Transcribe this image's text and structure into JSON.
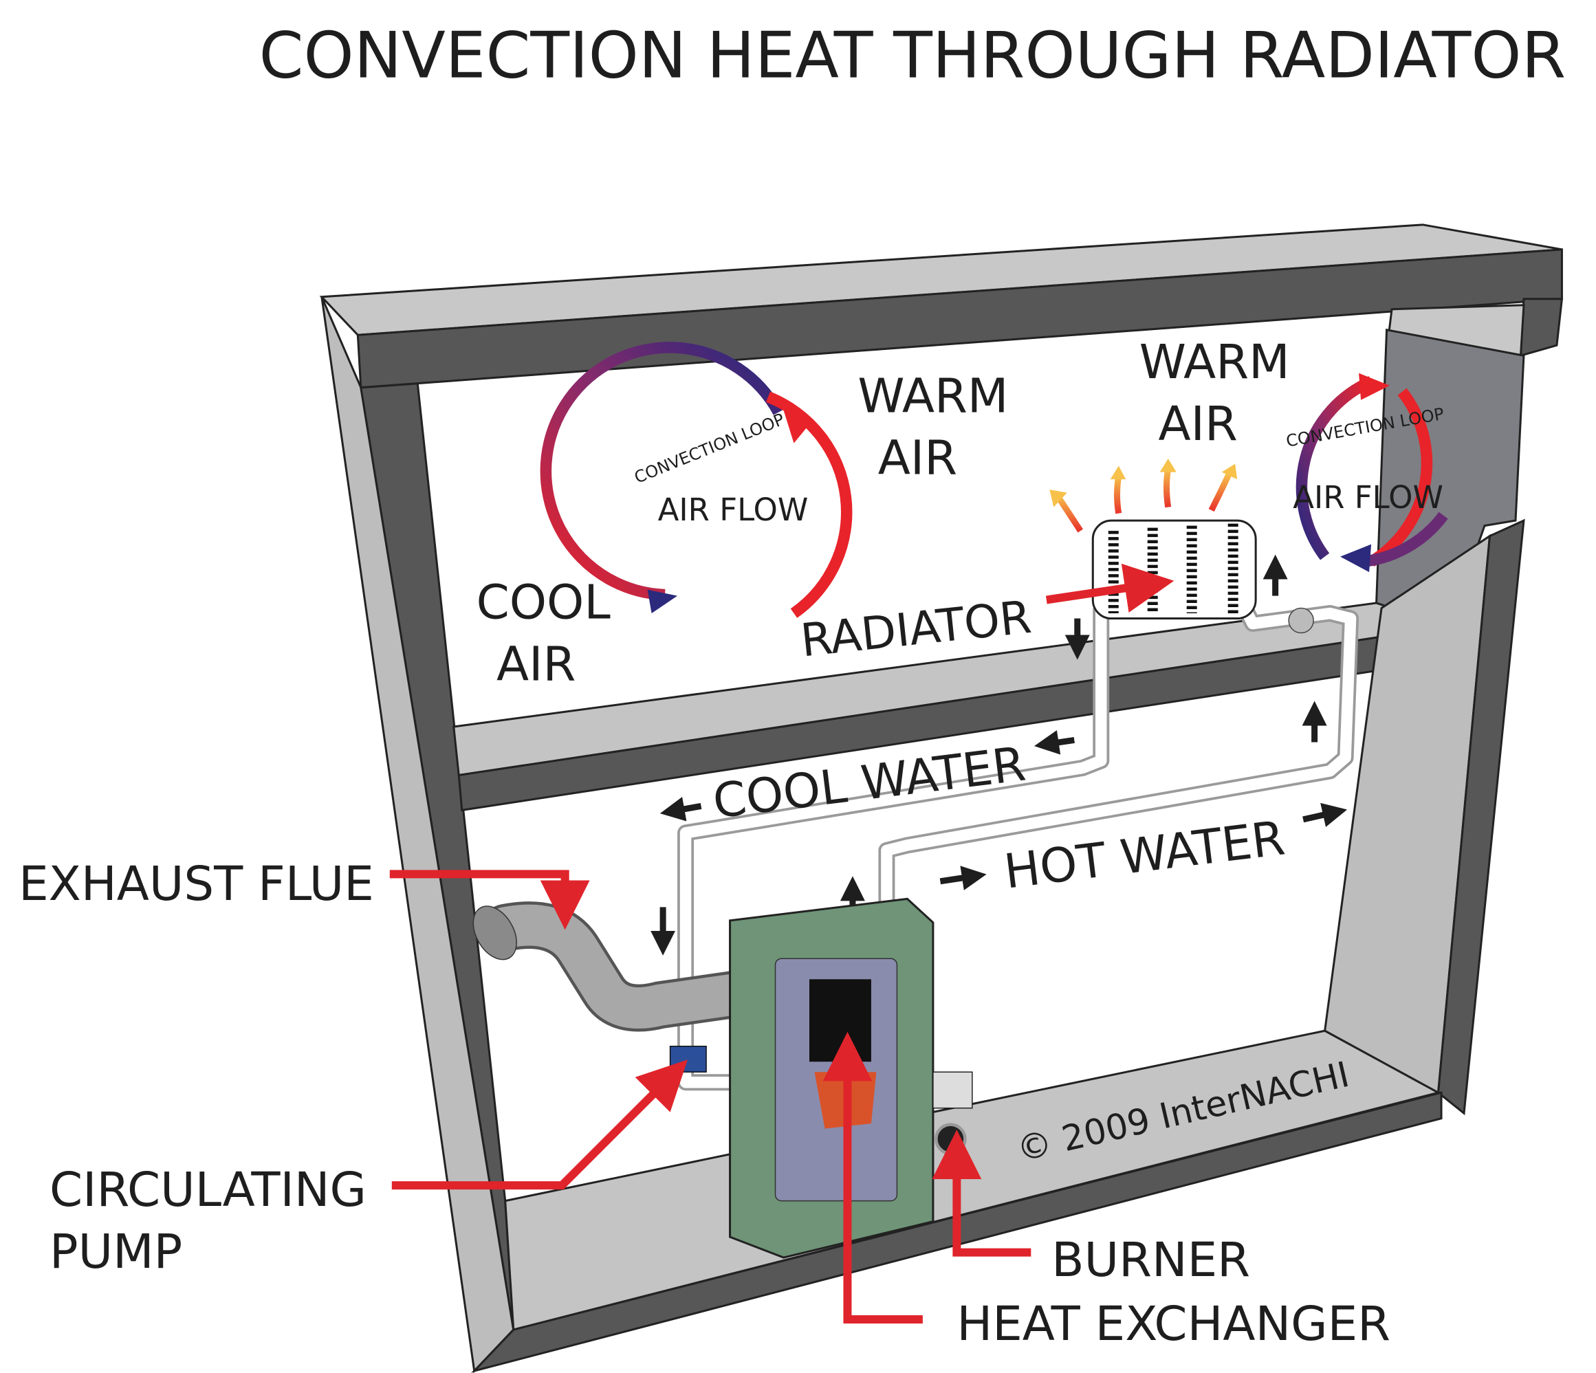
{
  "title": "CONVECTION HEAT THROUGH RADIATOR",
  "labels": {
    "warm_air_left_1": "WARM",
    "warm_air_left_2": "AIR",
    "warm_air_right_1": "WARM",
    "warm_air_right_2": "AIR",
    "cool_air_1": "COOL",
    "cool_air_2": "AIR",
    "radiator": "RADIATOR",
    "cool_water": "COOL WATER",
    "hot_water": "HOT WATER",
    "exhaust_flue": "EXHAUST FLUE",
    "circulating_pump_1": "CIRCULATING",
    "circulating_pump_2": "PUMP",
    "burner": "BURNER",
    "heat_exchanger": "HEAT EXCHANGER"
  },
  "loops": [
    {
      "caption": "CONVECTION LOOP",
      "label": "AIR FLOW"
    },
    {
      "caption": "CONVECTION LOOP",
      "label": "AIR FLOW"
    }
  ],
  "copyright": "© 2009 InterNACHI",
  "colors": {
    "pointer_red": "#e0242b",
    "loop_warm": "#e8232a",
    "loop_cool": "#2b2a7c",
    "wall_dark": "#575757",
    "wall_light": "#c4c4c4",
    "boiler_green": "#6f9477",
    "boiler_tank": "#8a8cae"
  }
}
